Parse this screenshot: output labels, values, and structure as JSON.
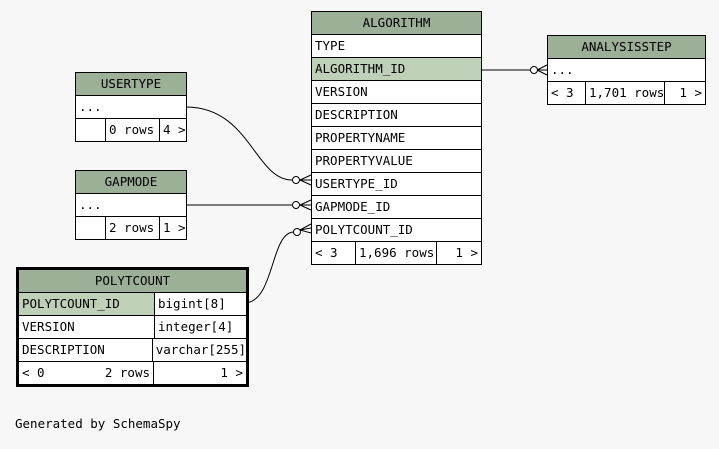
{
  "tables": {
    "algorithm": {
      "name": "ALGORITHM",
      "columns": [
        "TYPE",
        "ALGORITHM_ID",
        "VERSION",
        "DESCRIPTION",
        "PROPERTYNAME",
        "PROPERTYVALUE",
        "USERTYPE_ID",
        "GAPMODE_ID",
        "POLYTCOUNT_ID"
      ],
      "footer": {
        "parents": "< 3",
        "rows": "1,696 rows",
        "children": "1 >"
      }
    },
    "analysisstep": {
      "name": "ANALYSISSTEP",
      "columns": [
        "..."
      ],
      "footer": {
        "parents": "< 3",
        "rows": "1,701 rows",
        "children": "1 >"
      }
    },
    "usertype": {
      "name": "USERTYPE",
      "columns": [
        "..."
      ],
      "footer": {
        "parents": "",
        "rows": "0 rows",
        "children": "4 >"
      }
    },
    "gapmode": {
      "name": "GAPMODE",
      "columns": [
        "..."
      ],
      "footer": {
        "parents": "",
        "rows": "2 rows",
        "children": "1 >"
      }
    },
    "polytcount": {
      "name": "POLYTCOUNT",
      "columns": [
        {
          "name": "POLYTCOUNT_ID",
          "type": "bigint[8]"
        },
        {
          "name": "VERSION",
          "type": "integer[4]"
        },
        {
          "name": "DESCRIPTION",
          "type": "varchar[255]"
        }
      ],
      "footer": {
        "parents": "< 0",
        "rows": "2 rows",
        "children": "1 >"
      }
    }
  },
  "generated_by": "Generated by SchemaSpy",
  "colors": {
    "header": "#9caf97",
    "key_row": "#bed1b8",
    "background": "#f7f7f7"
  }
}
